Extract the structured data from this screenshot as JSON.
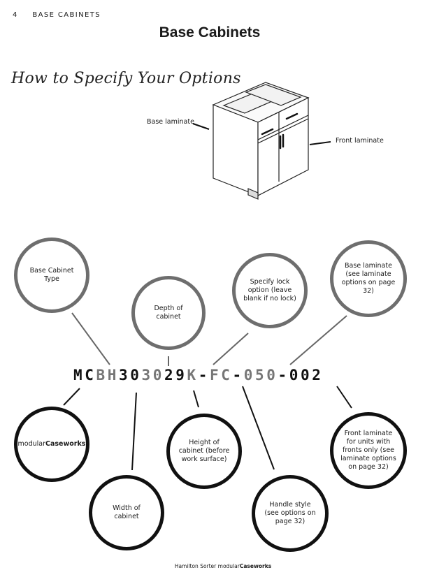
{
  "header": {
    "page_number": "4",
    "section": "BASE CABINETS"
  },
  "title": "Base Cabinets",
  "subtitle_script": "How to Specify Your Options",
  "illustration_labels": {
    "base_laminate": "Base laminate",
    "front_laminate": "Front laminate"
  },
  "code_segments": [
    {
      "text": "MC",
      "tone": "black"
    },
    {
      "text": "BH",
      "tone": "gray"
    },
    {
      "text": "30",
      "tone": "black"
    },
    {
      "text": "30",
      "tone": "gray"
    },
    {
      "text": "29",
      "tone": "black"
    },
    {
      "text": "K",
      "tone": "gray"
    },
    {
      "text": "-",
      "tone": "black"
    },
    {
      "text": "FC",
      "tone": "gray"
    },
    {
      "text": "-",
      "tone": "black"
    },
    {
      "text": "050",
      "tone": "gray"
    },
    {
      "text": "-002",
      "tone": "black"
    }
  ],
  "callouts": {
    "base_cabinet_type": "Base Cabinet Type",
    "depth": "Depth of cabinet",
    "lock": "Specify lock option (leave blank if no lock)",
    "base_laminate": "Base laminate (see laminate options on page 32)",
    "brand_prefix": "modular",
    "brand_bold": "Caseworks",
    "height": "Height of cabinet (before work surface)",
    "front_laminate": "Front laminate for units with fronts only (see laminate options on page 32)",
    "width": "Width of cabinet",
    "handle": "Handle style (see options on page 32)"
  },
  "footer": {
    "prefix": "Hamilton Sorter modular",
    "bold": "Caseworks"
  }
}
